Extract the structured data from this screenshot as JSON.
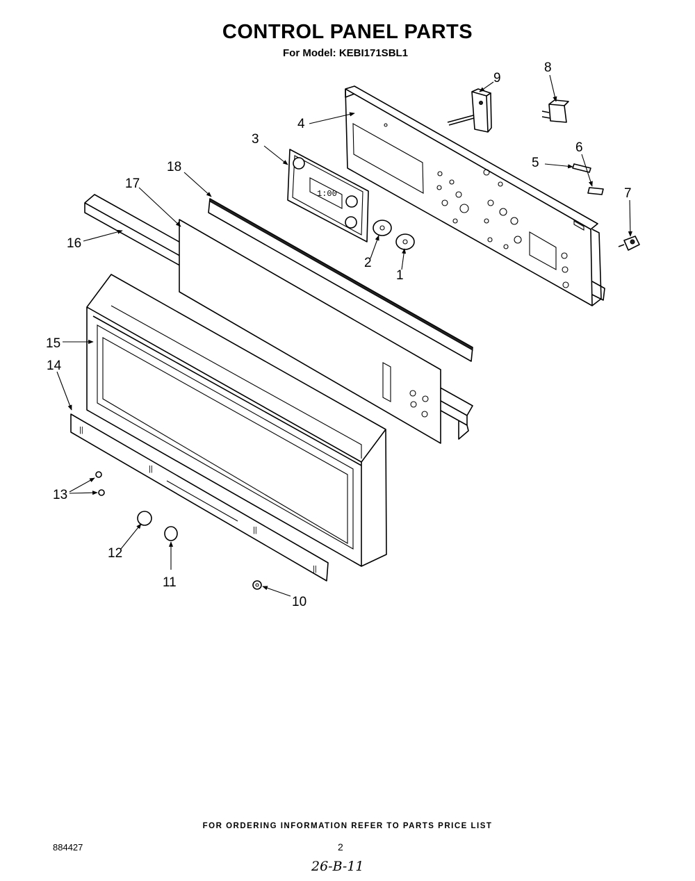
{
  "header": {
    "title": "CONTROL PANEL PARTS",
    "subtitle": "For Model: KEBI171SBL1"
  },
  "diagram": {
    "callouts": [
      "1",
      "2",
      "3",
      "4",
      "5",
      "6",
      "7",
      "8",
      "9",
      "10",
      "11",
      "12",
      "13",
      "14",
      "15",
      "16",
      "17",
      "18"
    ],
    "clock_display": "1:00"
  },
  "footer": {
    "note": "FOR ORDERING INFORMATION REFER TO PARTS PRICE LIST",
    "doc_number": "884427",
    "page_number": "2",
    "handwritten": "26-B-11"
  }
}
